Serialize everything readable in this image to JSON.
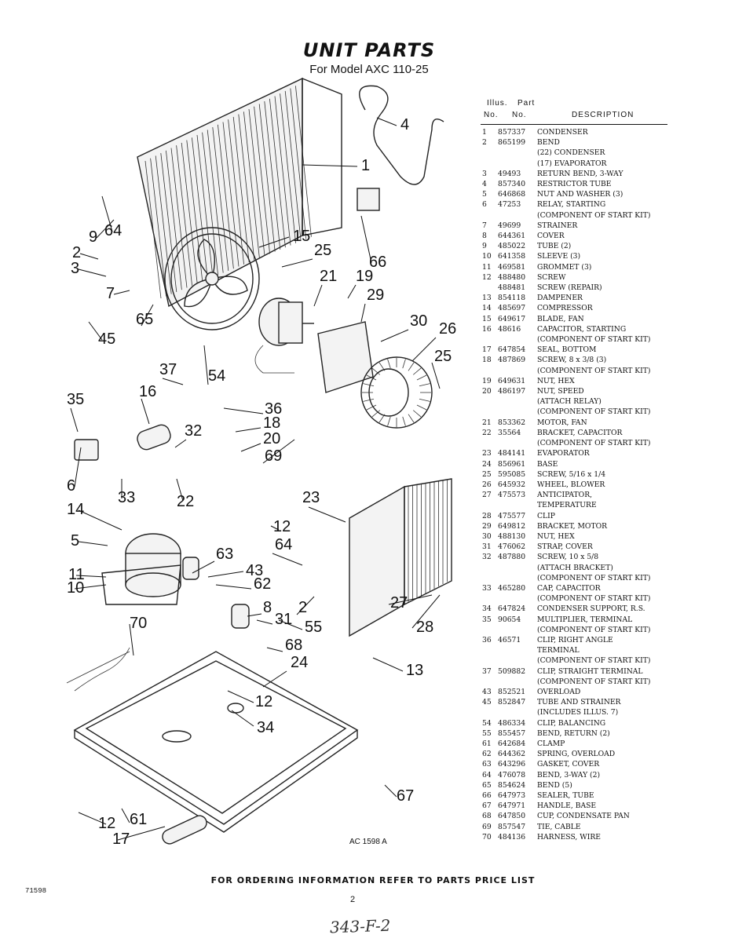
{
  "header": {
    "title": "UNIT PARTS",
    "subtitle": "For Model AXC 110-25"
  },
  "diagram": {
    "figure_code": "AC 1598 A",
    "callouts": [
      "1",
      "2",
      "3",
      "4",
      "6",
      "7",
      "9",
      "10",
      "11",
      "12",
      "12",
      "12",
      "13",
      "14",
      "15",
      "16",
      "17",
      "18",
      "19",
      "20",
      "21",
      "22",
      "23",
      "24",
      "25",
      "25",
      "26",
      "27",
      "28",
      "29",
      "30",
      "31",
      "32",
      "33",
      "34",
      "35",
      "36",
      "37",
      "43",
      "45",
      "54",
      "55",
      "61",
      "62",
      "63",
      "64",
      "64",
      "65",
      "66",
      "67",
      "68",
      "69",
      "70",
      "2",
      "5",
      "8"
    ]
  },
  "table": {
    "headers": {
      "illus": "Illus.",
      "part": "Part",
      "no1": "No.",
      "no2": "No.",
      "description": "DESCRIPTION"
    },
    "rows": [
      {
        "no": "1",
        "part": "857337",
        "desc": "CONDENSER"
      },
      {
        "no": "2",
        "part": "865199",
        "desc": "BEND\n(22) CONDENSER\n(17) EVAPORATOR"
      },
      {
        "no": "3",
        "part": "49493",
        "desc": "RETURN BEND, 3-WAY"
      },
      {
        "no": "4",
        "part": "857340",
        "desc": "RESTRICTOR TUBE"
      },
      {
        "no": "5",
        "part": "646868",
        "desc": "NUT AND WASHER (3)"
      },
      {
        "no": "6",
        "part": "47253",
        "desc": "RELAY, STARTING\n(COMPONENT OF START KIT)"
      },
      {
        "no": "7",
        "part": "49699",
        "desc": "STRAINER"
      },
      {
        "no": "8",
        "part": "644361",
        "desc": "COVER"
      },
      {
        "no": "9",
        "part": "485022",
        "desc": "TUBE (2)"
      },
      {
        "no": "10",
        "part": "641358",
        "desc": "SLEEVE (3)"
      },
      {
        "no": "11",
        "part": "469581",
        "desc": "GROMMET (3)"
      },
      {
        "no": "12",
        "part": "488480",
        "desc": "SCREW"
      },
      {
        "no": "",
        "part": "488481",
        "desc": "SCREW (REPAIR)"
      },
      {
        "no": "13",
        "part": "854118",
        "desc": "DAMPENER"
      },
      {
        "no": "14",
        "part": "485697",
        "desc": "COMPRESSOR"
      },
      {
        "no": "15",
        "part": "649617",
        "desc": "BLADE, FAN"
      },
      {
        "no": "16",
        "part": "48616",
        "desc": "CAPACITOR, STARTING\n(COMPONENT OF START KIT)"
      },
      {
        "no": "17",
        "part": "647854",
        "desc": "SEAL, BOTTOM"
      },
      {
        "no": "18",
        "part": "487869",
        "desc": "SCREW, 8 x 3/8 (3)\n(COMPONENT OF START KIT)"
      },
      {
        "no": "19",
        "part": "649631",
        "desc": "NUT, HEX"
      },
      {
        "no": "20",
        "part": "486197",
        "desc": "NUT, SPEED\n(ATTACH RELAY)\n(COMPONENT OF START KIT)"
      },
      {
        "no": "21",
        "part": "853362",
        "desc": "MOTOR, FAN"
      },
      {
        "no": "22",
        "part": "35564",
        "desc": "BRACKET, CAPACITOR\n(COMPONENT OF START KIT)"
      },
      {
        "no": "23",
        "part": "484141",
        "desc": "EVAPORATOR"
      },
      {
        "no": "24",
        "part": "856961",
        "desc": "BASE"
      },
      {
        "no": "25",
        "part": "595085",
        "desc": "SCREW, 5/16 x 1/4"
      },
      {
        "no": "26",
        "part": "645932",
        "desc": "WHEEL, BLOWER"
      },
      {
        "no": "27",
        "part": "475573",
        "desc": "ANTICIPATOR,\nTEMPERATURE"
      },
      {
        "no": "28",
        "part": "475577",
        "desc": "CLIP"
      },
      {
        "no": "29",
        "part": "649812",
        "desc": "BRACKET, MOTOR"
      },
      {
        "no": "30",
        "part": "488130",
        "desc": "NUT, HEX"
      },
      {
        "no": "31",
        "part": "476062",
        "desc": "STRAP, COVER"
      },
      {
        "no": "32",
        "part": "487880",
        "desc": "SCREW, 10 x 5/8\n(ATTACH BRACKET)\n(COMPONENT OF START KIT)"
      },
      {
        "no": "33",
        "part": "465280",
        "desc": "CAP, CAPACITOR\n(COMPONENT OF START KIT)"
      },
      {
        "no": "34",
        "part": "647824",
        "desc": "CONDENSER SUPPORT, R.S."
      },
      {
        "no": "35",
        "part": "90654",
        "desc": "MULTIPLIER, TERMINAL\n(COMPONENT OF START KIT)"
      },
      {
        "no": "36",
        "part": "46571",
        "desc": "CLIP, RIGHT ANGLE\nTERMINAL\n(COMPONENT OF START KIT)"
      },
      {
        "no": "37",
        "part": "509882",
        "desc": "CLIP, STRAIGHT TERMINAL\n(COMPONENT OF START KIT)"
      },
      {
        "no": "43",
        "part": "852521",
        "desc": "OVERLOAD"
      },
      {
        "no": "45",
        "part": "852847",
        "desc": "TUBE AND STRAINER\n(INCLUDES ILLUS. 7)"
      },
      {
        "no": "54",
        "part": "486334",
        "desc": "CLIP, BALANCING"
      },
      {
        "no": "55",
        "part": "855457",
        "desc": "BEND, RETURN (2)"
      },
      {
        "no": "61",
        "part": "642684",
        "desc": "CLAMP"
      },
      {
        "no": "62",
        "part": "644362",
        "desc": "SPRING, OVERLOAD"
      },
      {
        "no": "63",
        "part": "643296",
        "desc": "GASKET, COVER"
      },
      {
        "no": "64",
        "part": "476078",
        "desc": "BEND, 3-WAY (2)"
      },
      {
        "no": "65",
        "part": "854624",
        "desc": "BEND (5)"
      },
      {
        "no": "66",
        "part": "647973",
        "desc": "SEALER, TUBE"
      },
      {
        "no": "67",
        "part": "647971",
        "desc": "HANDLE, BASE"
      },
      {
        "no": "68",
        "part": "647850",
        "desc": "CUP, CONDENSATE PAN"
      },
      {
        "no": "69",
        "part": "857547",
        "desc": "TIE, CABLE"
      },
      {
        "no": "70",
        "part": "484136",
        "desc": "HARNESS, WIRE"
      }
    ]
  },
  "footer": {
    "ordering": "FOR ORDERING INFORMATION REFER TO PARTS PRICE LIST",
    "doc_code": "71598",
    "page_number": "2",
    "handwritten_note": "343-F-2"
  }
}
